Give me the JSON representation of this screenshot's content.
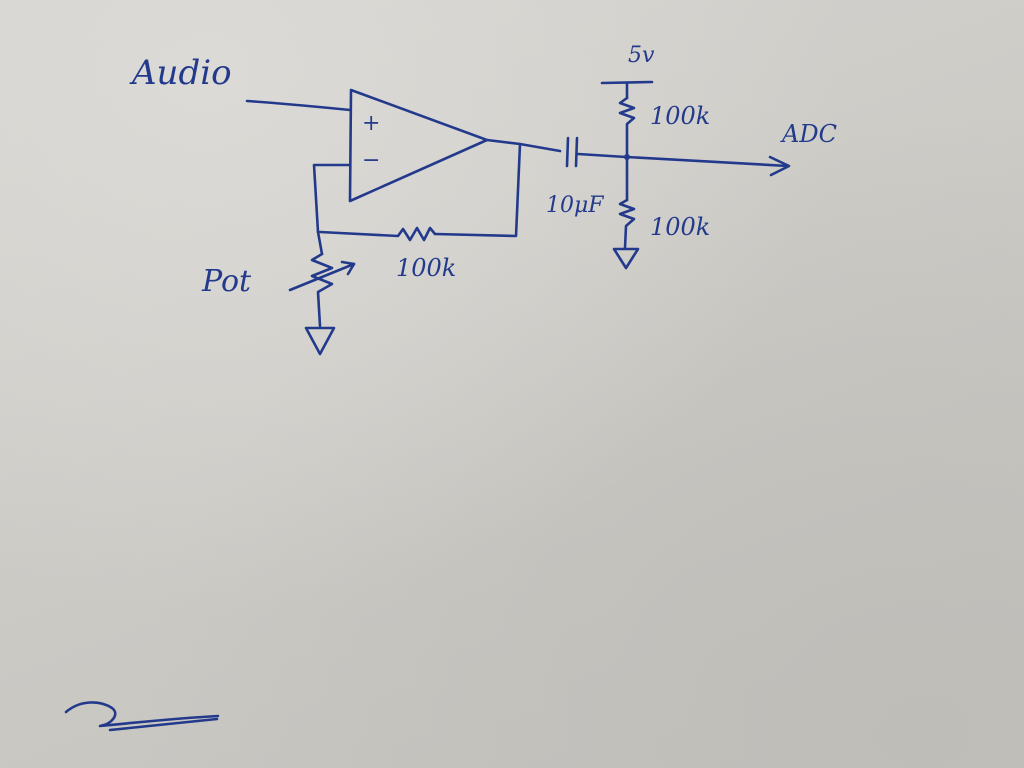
{
  "labels": {
    "audio": "Audio",
    "adc": "ADC",
    "supply": "5v",
    "pull_up": "100k",
    "pull_down": "100k",
    "capacitor": "10μF",
    "feedback": "100k",
    "pot": "Pot",
    "plus": "+",
    "minus": "−"
  },
  "colors": {
    "ink": "#233a8c",
    "paper": "#d2d0cb"
  },
  "icons": {
    "signature": "handwritten-signature"
  }
}
